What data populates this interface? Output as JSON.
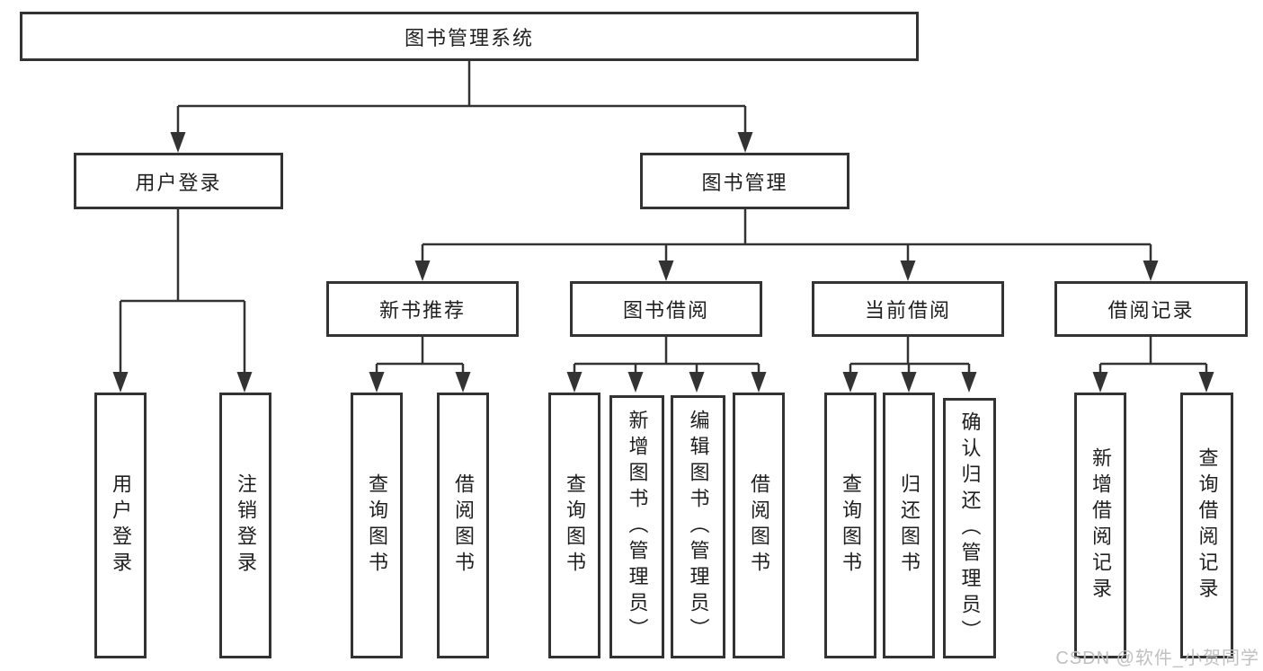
{
  "diagram": {
    "root": {
      "label": "图书管理系统"
    },
    "level2": [
      {
        "label": "用户登录"
      },
      {
        "label": "图书管理"
      }
    ],
    "level3": [
      {
        "label": "新书推荐"
      },
      {
        "label": "图书借阅"
      },
      {
        "label": "当前借阅"
      },
      {
        "label": "借阅记录"
      }
    ],
    "leaves": {
      "login": [
        {
          "label": "用户登录"
        },
        {
          "label": "注销登录"
        }
      ],
      "recommend": [
        {
          "label": "查询图书"
        },
        {
          "label": "借阅图书"
        }
      ],
      "borrow": [
        {
          "label": "查询图书"
        },
        {
          "label": "新增图书（管理员）"
        },
        {
          "label": "编辑图书（管理员）"
        },
        {
          "label": "借阅图书"
        }
      ],
      "current": [
        {
          "label": "查询图书"
        },
        {
          "label": "归还图书"
        },
        {
          "label": "确认归还（管理员）"
        }
      ],
      "records": [
        {
          "label": "新增借阅记录"
        },
        {
          "label": "查询借阅记录"
        }
      ]
    }
  },
  "watermark": {
    "text": "CSDN @软件_小贺同学"
  },
  "colors": {
    "line": "#333333",
    "box_border": "#333333",
    "text": "#1f1f1f",
    "background": "#ffffff",
    "watermark": "#c0c0c0"
  }
}
